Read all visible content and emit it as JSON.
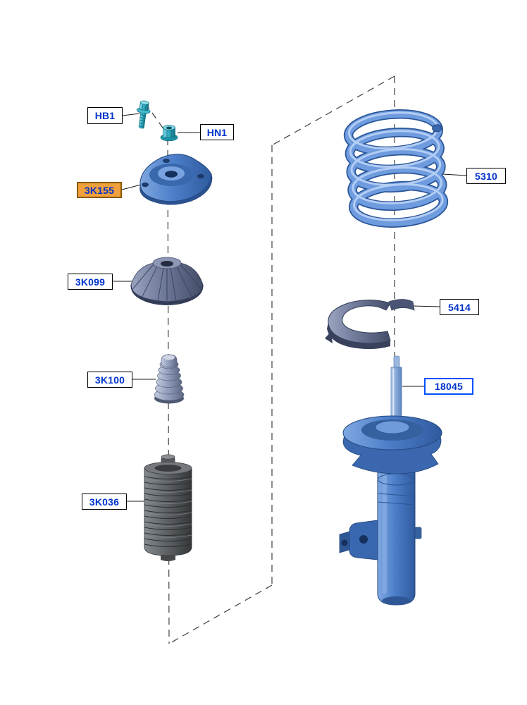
{
  "diagram": {
    "type": "exploded-parts-diagram",
    "description": "Front suspension strut, coil spring and mounting components - exploded view",
    "labels": [
      {
        "id": "HB1",
        "text": "HB1",
        "part": "strut-mount-bolt",
        "state": "default"
      },
      {
        "id": "HN1",
        "text": "HN1",
        "part": "strut-mount-nut",
        "state": "default"
      },
      {
        "id": "3K155",
        "text": "3K155",
        "part": "strut-top-mount",
        "state": "selected"
      },
      {
        "id": "3K099",
        "text": "3K099",
        "part": "strut-bearing",
        "state": "default"
      },
      {
        "id": "3K100",
        "text": "3K100",
        "part": "bump-stop",
        "state": "default"
      },
      {
        "id": "3K036",
        "text": "3K036",
        "part": "dust-boot",
        "state": "default"
      },
      {
        "id": "5310",
        "text": "5310",
        "part": "coil-spring",
        "state": "default"
      },
      {
        "id": "5414",
        "text": "5414",
        "part": "spring-seat-insulator",
        "state": "default"
      },
      {
        "id": "18045",
        "text": "18045",
        "part": "strut-shock-absorber",
        "state": "highlighted"
      }
    ],
    "colors": {
      "background": "#ffffff",
      "label_text": "#0033cc",
      "label_border": "#000000",
      "label_selected_fill": "#f0a03c",
      "label_selected_border": "#8a5a00",
      "label_highlight_border": "#0050ff",
      "part_blue": "#4d7fca",
      "part_teal": "#2fa8bd",
      "part_gray": "#5f6366",
      "part_slate": "#6b7594"
    }
  }
}
